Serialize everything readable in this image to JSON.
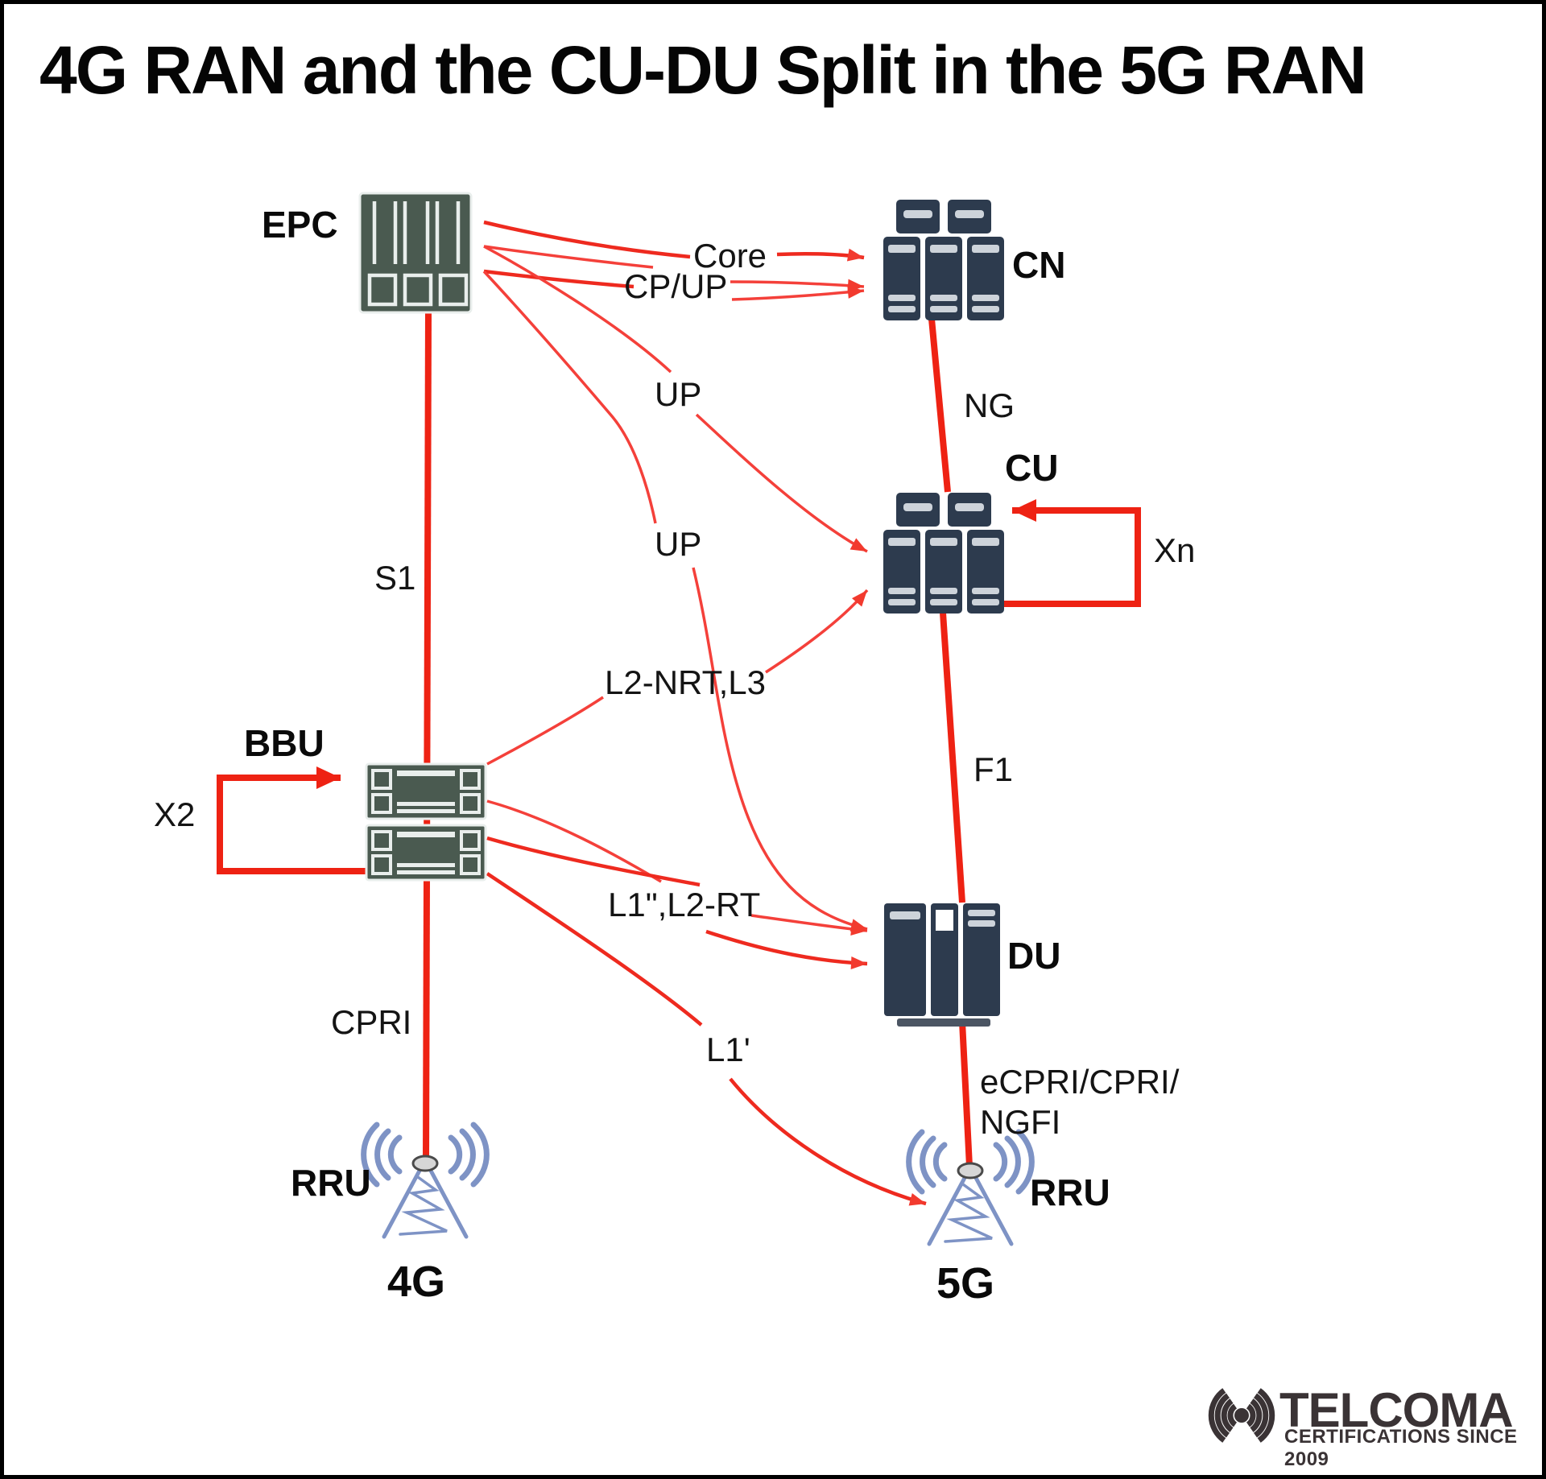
{
  "title": "4G RAN and the CU-DU Split in the 5G RAN",
  "colors": {
    "thin_red": "#f4403a",
    "bold_red": "#ee2a1f",
    "thick_red": "#ee2213",
    "navy_server": "#2d3b4e",
    "green_server": "#4a5a50",
    "tower_blue": "#7e93c5",
    "label_text": "#141414",
    "logo_gray": "#3a3335"
  },
  "nodes": {
    "epc": "EPC",
    "cn": "CN",
    "cu": "CU",
    "du": "DU",
    "bbu": "BBU",
    "rru_4g": "RRU",
    "rru_5g": "RRU",
    "gen_4g": "4G",
    "gen_5g": "5G"
  },
  "links": {
    "core": "Core",
    "cp_up": "CP/UP",
    "up_to_cu": "UP",
    "up_to_du": "UP",
    "ng": "NG",
    "xn": "Xn",
    "s1": "S1",
    "x2": "X2",
    "l2_nrt_l3": "L2-NRT,L3",
    "f1": "F1",
    "l1_l2_rt": "L1\",L2-RT",
    "cpri": "CPRI",
    "l1_prime": "L1'",
    "ecpri_line1": "eCPRI/CPRI/",
    "ecpri_line2": "NGFI"
  },
  "logo": {
    "name": "TELCOMA",
    "tagline": "CERTIFICATIONS SINCE 2009"
  }
}
